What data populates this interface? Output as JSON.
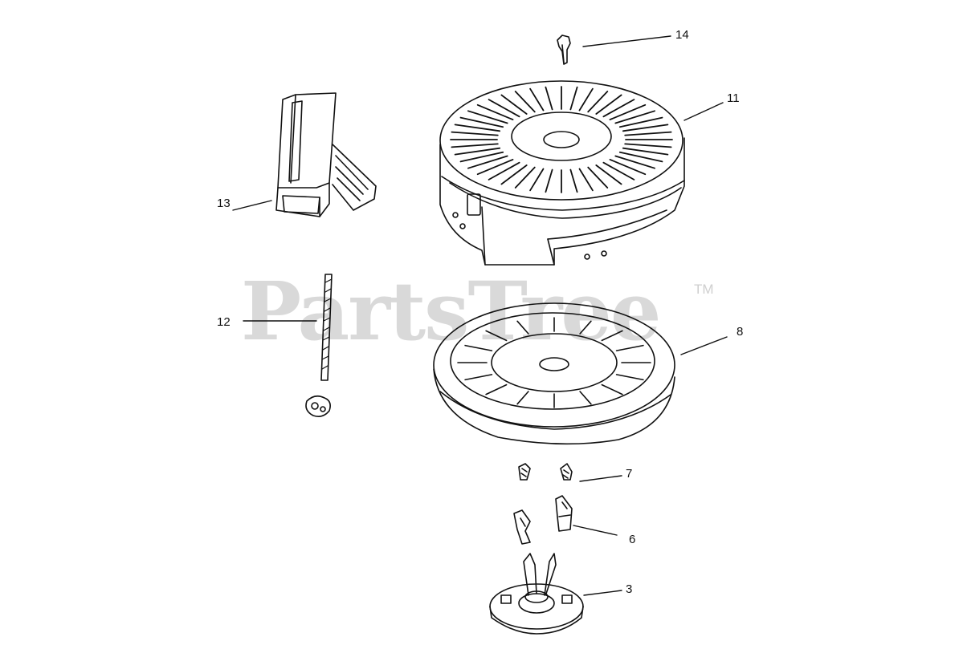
{
  "watermark": {
    "brand": "PartsTree",
    "trademark": "TM",
    "color": "#d9d9d9"
  },
  "callouts": {
    "c14": "14",
    "c11": "11",
    "c13": "13",
    "c12": "12",
    "c8": "8",
    "c7": "7",
    "c6": "6",
    "c3": "3"
  },
  "parts": [
    {
      "ref": "14",
      "icon": "starter-pin-icon"
    },
    {
      "ref": "11",
      "icon": "starter-housing-icon"
    },
    {
      "ref": "13",
      "icon": "starter-handle-icon"
    },
    {
      "ref": "12",
      "icon": "starter-rope-icon"
    },
    {
      "ref": "8",
      "icon": "pulley-icon"
    },
    {
      "ref": "7",
      "icon": "spring-icon"
    },
    {
      "ref": "6",
      "icon": "pawl-icon"
    },
    {
      "ref": "3",
      "icon": "retainer-icon"
    }
  ]
}
